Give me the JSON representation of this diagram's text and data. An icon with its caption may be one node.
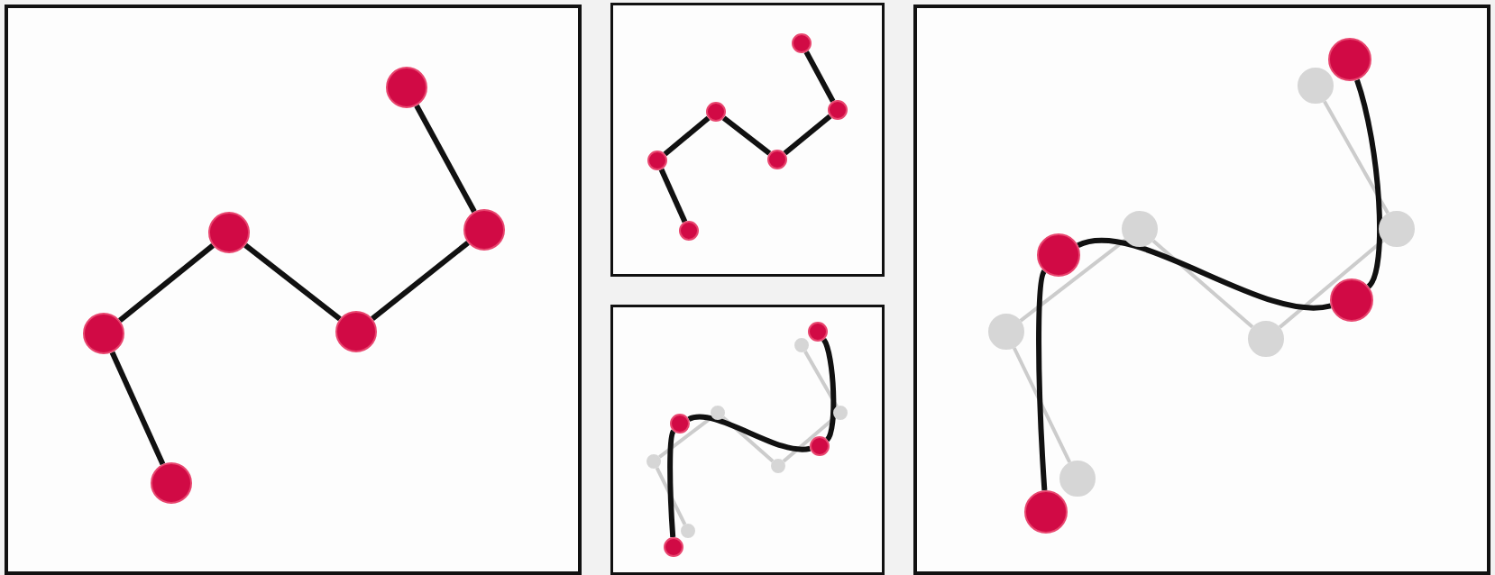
{
  "diagram": {
    "nodes": [
      {
        "text": [],
        "shape": "box"
      },
      {
        "text": [],
        "shape": "circle",
        "in": 0
      },
      {
        "text": [],
        "shape": "circle",
        "in": 0
      },
      {
        "text": [],
        "shape": "circle",
        "in": 0
      },
      {
        "text": [],
        "shape": "circle",
        "in": 0
      },
      {
        "text": [],
        "shape": "circle",
        "in": 0
      },
      {
        "text": [],
        "shape": "circle",
        "in": 0
      },
      {
        "text": [],
        "shape": "box"
      },
      {
        "text": [],
        "shape": "circle",
        "in": 7
      },
      {
        "text": [],
        "shape": "circle",
        "in": 7
      },
      {
        "text": [],
        "shape": "circle",
        "in": 7
      },
      {
        "text": [],
        "shape": "circle",
        "in": 7
      },
      {
        "text": [],
        "shape": "circle",
        "in": 7
      },
      {
        "text": [],
        "shape": "circle",
        "in": 7
      },
      {
        "text": [],
        "shape": "box"
      },
      {
        "text": [],
        "shape": "circle",
        "in": 14
      },
      {
        "text": [],
        "shape": "circle",
        "in": 14
      },
      {
        "text": [],
        "shape": "circle",
        "in": 14
      },
      {
        "text": [],
        "shape": "circle",
        "in": 14
      },
      {
        "text": [],
        "shape": "circle",
        "in": 14
      },
      {
        "text": [],
        "shape": "circle",
        "in": 14
      },
      {
        "text": [],
        "shape": "circle",
        "in": 14
      },
      {
        "text": [],
        "shape": "circle",
        "in": 14
      },
      {
        "text": [],
        "shape": "circle",
        "in": 14
      },
      {
        "text": [],
        "shape": "circle",
        "in": 14
      },
      {
        "text": [],
        "shape": "box"
      },
      {
        "text": [],
        "shape": "circle",
        "in": 25
      },
      {
        "text": [],
        "shape": "circle",
        "in": 25
      },
      {
        "text": [],
        "shape": "circle",
        "in": 25
      },
      {
        "text": [],
        "shape": "circle",
        "in": 25
      },
      {
        "text": [],
        "shape": "circle",
        "in": 25
      },
      {
        "text": [],
        "shape": "circle",
        "in": 25
      },
      {
        "text": [],
        "shape": "circle",
        "in": 25
      },
      {
        "text": [],
        "shape": "circle",
        "in": 25
      },
      {
        "text": [],
        "shape": "circle",
        "in": 25
      },
      {
        "text": [],
        "shape": "circle",
        "in": 25
      }
    ],
    "edges": [
      {
        "from": 1,
        "to": 2,
        "arrow": "none"
      },
      {
        "from": 2,
        "to": 3,
        "arrow": "none"
      },
      {
        "from": 3,
        "to": 4,
        "arrow": "none"
      },
      {
        "from": 4,
        "to": 5,
        "arrow": "none"
      },
      {
        "from": 5,
        "to": 6,
        "arrow": "none"
      },
      {
        "from": 8,
        "to": 9,
        "arrow": "none"
      },
      {
        "from": 9,
        "to": 10,
        "arrow": "none"
      },
      {
        "from": 10,
        "to": 11,
        "arrow": "none"
      },
      {
        "from": 11,
        "to": 12,
        "arrow": "none"
      },
      {
        "from": 12,
        "to": 13,
        "arrow": "none"
      },
      {
        "from": 19,
        "to": 20,
        "arrow": "none",
        "color": "#cccccc"
      },
      {
        "from": 20,
        "to": 21,
        "arrow": "none",
        "color": "#cccccc"
      },
      {
        "from": 21,
        "to": 22,
        "arrow": "none",
        "color": "#cccccc"
      },
      {
        "from": 22,
        "to": 23,
        "arrow": "none",
        "color": "#cccccc"
      },
      {
        "from": 23,
        "to": 24,
        "arrow": "none",
        "color": "#cccccc"
      },
      {
        "from": 15,
        "to": 16,
        "arrow": "none"
      },
      {
        "from": 16,
        "to": 17,
        "arrow": "none"
      },
      {
        "from": 17,
        "to": 18,
        "arrow": "none"
      },
      {
        "from": 30,
        "to": 31,
        "arrow": "none",
        "color": "#cccccc"
      },
      {
        "from": 31,
        "to": 32,
        "arrow": "none",
        "color": "#cccccc"
      },
      {
        "from": 32,
        "to": 33,
        "arrow": "none",
        "color": "#cccccc"
      },
      {
        "from": 33,
        "to": 34,
        "arrow": "none",
        "color": "#cccccc"
      },
      {
        "from": 34,
        "to": 35,
        "arrow": "none",
        "color": "#cccccc"
      },
      {
        "from": 26,
        "to": 27,
        "arrow": "none"
      },
      {
        "from": 27,
        "to": 28,
        "arrow": "none"
      },
      {
        "from": 28,
        "to": 29,
        "arrow": "none"
      }
    ]
  }
}
